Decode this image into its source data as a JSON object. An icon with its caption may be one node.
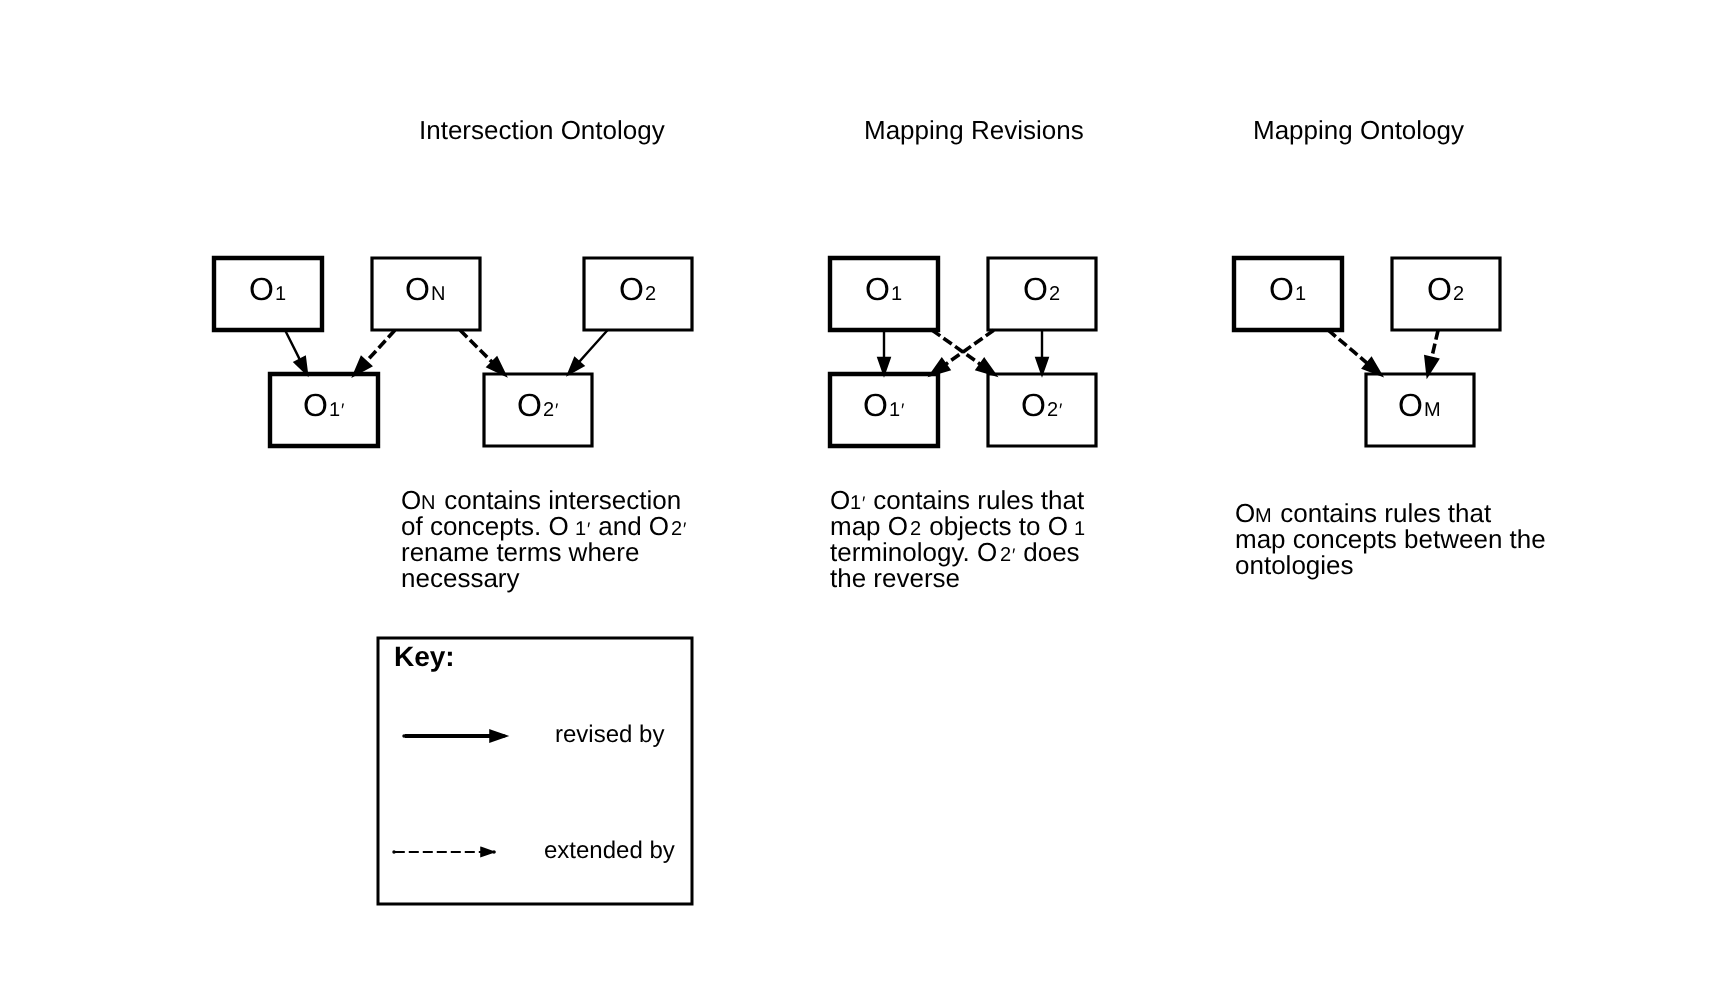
{
  "diagram": {
    "nodes": [
      {
        "text": [
          "O$_{1}$"
        ]
      },
      {
        "text": [
          "O$_{2}$"
        ]
      },
      {
        "text": [
          "O$_{M}$"
        ]
      },
      {
        "text": [
          "O$_{1}$"
        ]
      },
      {
        "text": [
          "O$_{2}$"
        ]
      },
      {
        "text": [
          "O$_{1}$$^{′}$"
        ]
      },
      {
        "text": [
          "O$_{2}$$^{′}$"
        ]
      },
      {
        "text": [
          "O$_{1}$"
        ]
      },
      {
        "text": [
          "O$_{2}$"
        ]
      },
      {
        "text": [
          "O$_{N}$"
        ]
      },
      {
        "text": [
          "O$_{1}$$^{′}$"
        ]
      },
      {
        "text": [
          "O$_{2}$$^{′}$"
        ]
      },
      {
        "text": [
          "Key:"
        ]
      }
    ],
    "edges": [
      {
        "from": 0,
        "to": 2,
        "arrow": "to",
        "style": "dashed"
      },
      {
        "from": 1,
        "to": 2,
        "arrow": "to",
        "style": "dashed"
      },
      {
        "from": 3,
        "to": 5,
        "arrow": "to"
      },
      {
        "from": 3,
        "to": 6,
        "arrow": "to",
        "style": "dashed"
      },
      {
        "from": 4,
        "to": 5,
        "arrow": "to",
        "style": "dashed"
      },
      {
        "from": 4,
        "to": 6,
        "arrow": "to"
      },
      {
        "from": 7,
        "to": 10,
        "arrow": "to"
      },
      {
        "from": 8,
        "to": 11,
        "arrow": "to"
      },
      {
        "from": 9,
        "to": 10,
        "arrow": "to",
        "style": "dashed"
      },
      {
        "from": 9,
        "to": 11,
        "arrow": "to",
        "style": "dashed"
      }
    ],
    "labels": [
      "Mapping Ontology",
      "Mapping Revisions",
      "Intersection Ontology",
      "O$_{M}$ contains rules that map concepts between the ontologies",
      "O$_{1}$$^{′}$ contains rules that map O$_{2}$ objects to O$_{1}$ terminology. O$_{2}$$^{′}$ does the reverse",
      "O$_{N}$ contains intersection of concepts. O$_{1}$$^{′}$ and O$_{2}$$^{′}$ rename terms where necessary"
    ],
    "legend": [
      {
        "text": "revised by"
      },
      {
        "text": "extended by"
      }
    ]
  }
}
